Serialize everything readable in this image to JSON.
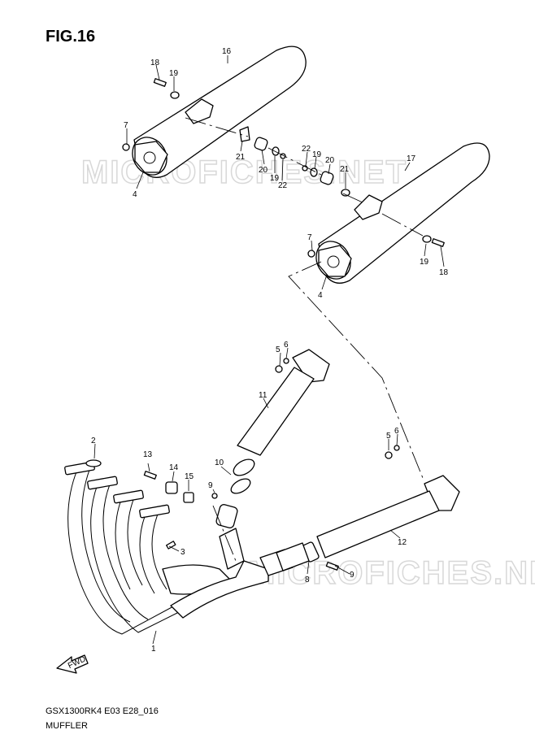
{
  "figure": {
    "title": "FIG.16"
  },
  "footer": {
    "model_code": "GSX1300RK4 E03 E28_016",
    "section_name": "MUFFLER"
  },
  "watermark": {
    "text_upper": "MICROFICHES.NET",
    "text_lower": "MICROFICHES.NET"
  },
  "fwd_label": "FWD",
  "callouts": {
    "c18a": "18",
    "c19a": "19",
    "c16": "16",
    "c7a": "7",
    "c4a": "4",
    "c21a": "21",
    "c20a": "20",
    "c19b": "19",
    "c22a": "22",
    "c22b": "22",
    "c19c": "19",
    "c20b": "20",
    "c21b": "21",
    "c17": "17",
    "c7b": "7",
    "c4b": "4",
    "c19d": "19",
    "c18b": "18",
    "c5a": "5",
    "c6a": "6",
    "c11": "11",
    "c5b": "5",
    "c6b": "6",
    "c2": "2",
    "c13": "13",
    "c14": "14",
    "c15": "15",
    "c10": "10",
    "c9a": "9",
    "c3": "3",
    "c12": "12",
    "c8": "8",
    "c9b": "9",
    "c1": "1"
  },
  "colors": {
    "line": "#000000",
    "background": "#ffffff",
    "watermark": "#d8d8d8"
  }
}
